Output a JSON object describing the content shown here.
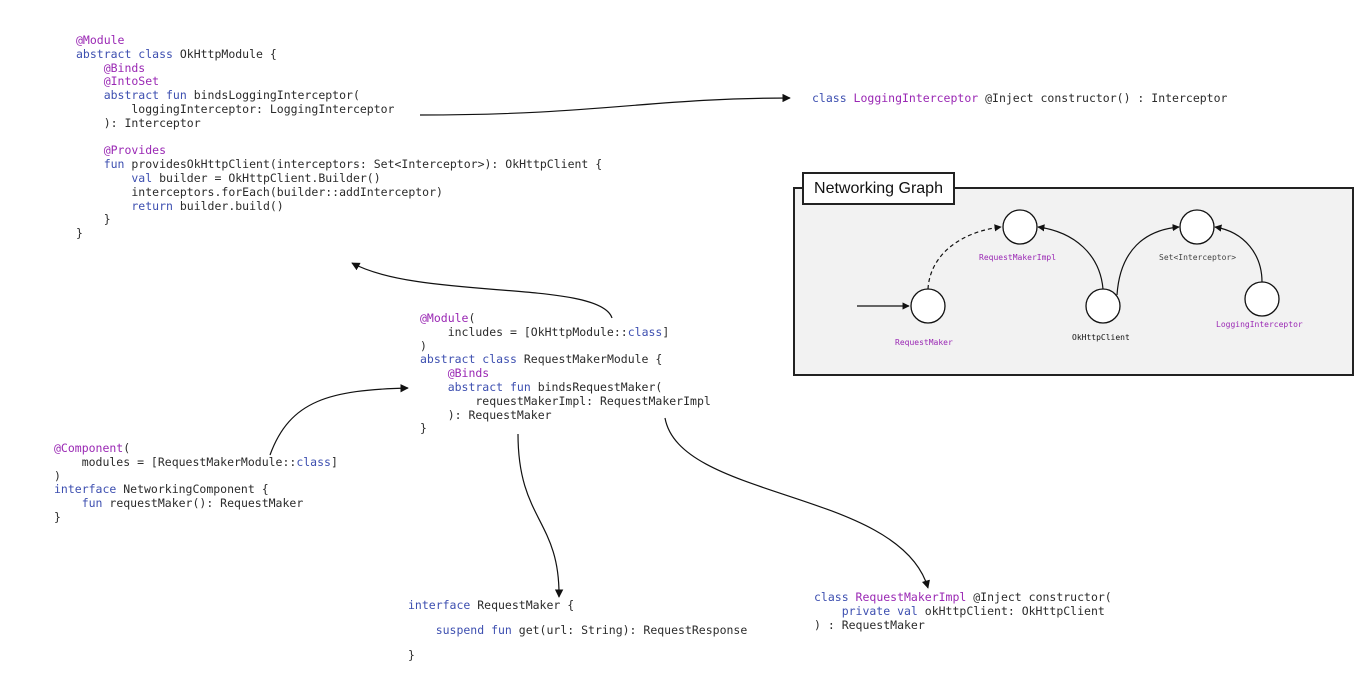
{
  "colors": {
    "keyword": "#3d4fb0",
    "annotation": "#9a28b4",
    "text": "#2b2b2b",
    "graph_bg": "#f2f2f2"
  },
  "okhttp_module": {
    "l1": "@Module",
    "l2a": "abstract class",
    "l2b": " OkHttpModule {",
    "l3": "    @Binds",
    "l4": "    @IntoSet",
    "l5a": "    abstract fun",
    "l5b": " bindsLoggingInterceptor(",
    "l6": "        loggingInterceptor: LoggingInterceptor",
    "l7": "    ): Interceptor",
    "l8": "",
    "l9": "    @Provides",
    "l10a": "    fun",
    "l10b": " providesOkHttpClient(interceptors: Set<Interceptor>): OkHttpClient {",
    "l11a": "        val",
    "l11b": " builder = OkHttpClient.Builder()",
    "l12": "        interceptors.forEach(builder::addInterceptor)",
    "l13a": "        return",
    "l13b": " builder.build()",
    "l14": "    }",
    "l15": "}"
  },
  "logging_interceptor": {
    "a": "class",
    "b": " LoggingInterceptor",
    "c": " @Inject constructor() : Interceptor"
  },
  "request_maker_module": {
    "l1a": "@Module",
    "l1b": "(",
    "l2a": "    includes = [OkHttpModule::",
    "l2b": "class",
    "l2c": "]",
    "l3": ")",
    "l4a": "abstract class",
    "l4b": " RequestMakerModule {",
    "l5": "    @Binds",
    "l6a": "    abstract fun",
    "l6b": " bindsRequestMaker(",
    "l7": "        requestMakerImpl: RequestMakerImpl",
    "l8": "    ): RequestMaker",
    "l9": "}"
  },
  "networking_component": {
    "l1a": "@Component",
    "l1b": "(",
    "l2a": "    modules = [RequestMakerModule::",
    "l2b": "class",
    "l2c": "]",
    "l3": ")",
    "l4a": "interface",
    "l4b": " NetworkingComponent {",
    "l5a": "    fun",
    "l5b": " requestMaker(): RequestMaker",
    "l6": "}"
  },
  "request_maker": {
    "l1a": "interface",
    "l1b": " RequestMaker {",
    "l2": "",
    "l3a": "    suspend fun",
    "l3b": " get(url: String): RequestResponse",
    "l4": "",
    "l5": "}"
  },
  "request_maker_impl": {
    "l1a": "class",
    "l1b": " RequestMakerImpl",
    "l1c": " @Inject constructor(",
    "l2a": "    private val",
    "l2b": " okHttpClient: OkHttpClient",
    "l3": ") : RequestMaker"
  },
  "graph": {
    "title": "Networking Graph",
    "nodes": {
      "request_maker_impl": "RequestMakerImpl",
      "set_interceptor": "Set<Interceptor>",
      "request_maker": "RequestMaker",
      "okhttp_client": "OkHttpClient",
      "logging_interceptor": "LoggingInterceptor"
    }
  }
}
